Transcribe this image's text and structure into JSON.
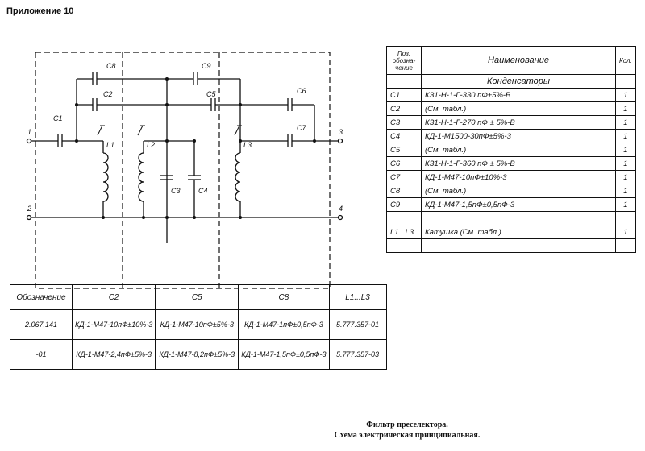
{
  "header": "Приложение 10",
  "schematic": {
    "labels": {
      "c1": "C1",
      "c2": "C2",
      "c3": "C3",
      "c4": "C4",
      "c5": "C5",
      "c6": "C6",
      "c7": "C7",
      "c8": "C8",
      "c9": "C9",
      "l1": "L1",
      "l2": "L2",
      "l3": "L3",
      "p1": "1",
      "p2": "2",
      "p3": "3",
      "p4": "4"
    }
  },
  "bom": {
    "headers": {
      "pos": "Поз. обозна- чение",
      "name": "Наименование",
      "qty": "Кол."
    },
    "section": "Конденсаторы",
    "rows": [
      {
        "ref": "C1",
        "name": "КЗ1-Н-1-Г-330 пФ±5%-В",
        "qty": "1"
      },
      {
        "ref": "C2",
        "name": "(См. табл.)",
        "qty": "1"
      },
      {
        "ref": "C3",
        "name": "КЗ1-Н-1-Г-270 пФ ± 5%-В",
        "qty": "1"
      },
      {
        "ref": "C4",
        "name": "КД-1-М1500-30пФ±5%-3",
        "qty": "1"
      },
      {
        "ref": "C5",
        "name": "(См. табл.)",
        "qty": "1"
      },
      {
        "ref": "C6",
        "name": "КЗ1-Н-1-Г-360 пФ ± 5%-В",
        "qty": "1"
      },
      {
        "ref": "C7",
        "name": "КД-1-М47-10пФ±10%-3",
        "qty": "1"
      },
      {
        "ref": "C8",
        "name": "(См. табл.)",
        "qty": "1"
      },
      {
        "ref": "C9",
        "name": "КД-1-М47-1,5пФ±0,5пФ-3",
        "qty": "1"
      },
      {
        "ref": "L1...L3",
        "name": "Катушка (См. табл.)",
        "qty": "1"
      }
    ]
  },
  "variants": {
    "headers": [
      "Обозначение",
      "C2",
      "C5",
      "C8",
      "L1...L3"
    ],
    "rows": [
      [
        "2.067.141",
        "КД-1-М47-10пФ±10%-3",
        "КД-1-М47-10пФ±5%-3",
        "КД-1-М47-1пФ±0,5пФ-3",
        "5.777.357-01"
      ],
      [
        "-01",
        "КД-1-М47-2,4пФ±5%-3",
        "КД-1-М47-8,2пФ±5%-3",
        "КД-1-М47-1,5пФ±0,5пФ-3",
        "5.777.357-03"
      ]
    ]
  },
  "caption": {
    "line1": "Фильтр преселектора.",
    "line2": "Схема электрическая принципиальная."
  }
}
